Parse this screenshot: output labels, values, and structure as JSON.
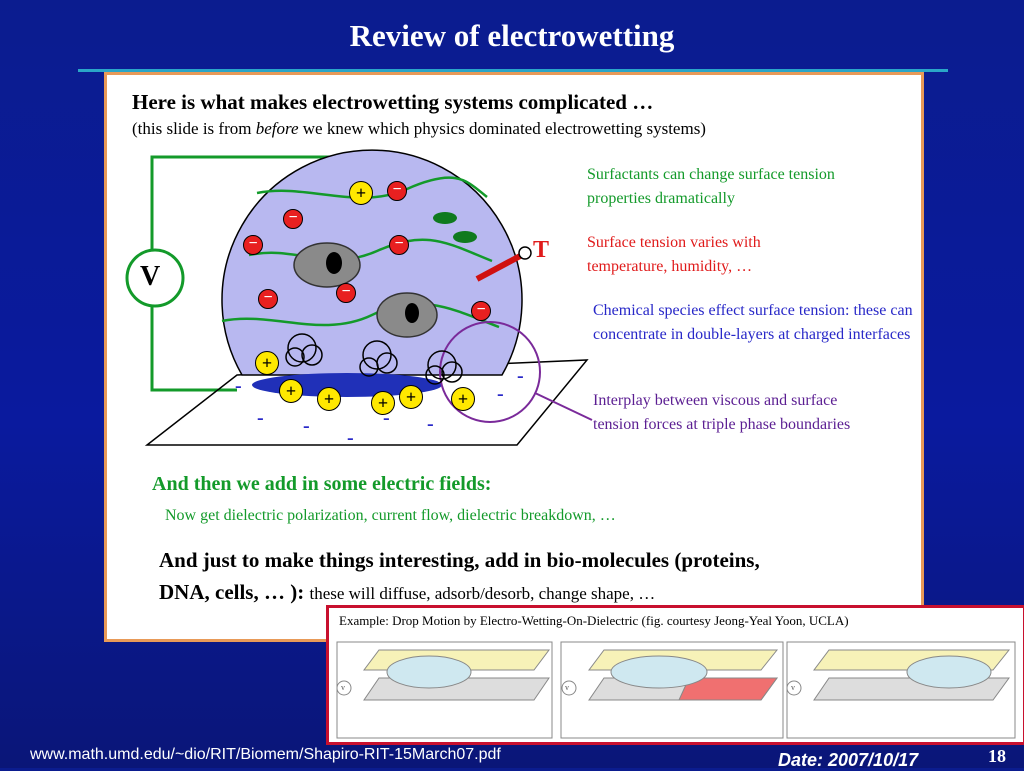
{
  "slide": {
    "title": "Review of electrowetting",
    "footer_url": "www.math.umd.edu/~dio/RIT/Biomem/Shapiro-RIT-15March07.pdf",
    "footer_date": "Date: 2007/10/17",
    "page_number": "18"
  },
  "figure": {
    "heading": "Here is what makes electrowetting systems complicated …",
    "subheading_before": "(this slide is from ",
    "subheading_em": "before",
    "subheading_after": " we knew which physics dominated electrowetting systems)",
    "voltmeter_label": "V",
    "temperature_label": "T",
    "plus_symbol": "+",
    "minus_symbol": "−",
    "dash_symbol": "-",
    "labels": [
      "Surfactants can change surface tension properties dramatically",
      "Surface tension varies with temperature, humidity, …",
      "Chemical species effect surface tension: these can concentrate in double-layers at charged interfaces",
      "Interplay between viscous and surface tension forces at triple phase boundaries"
    ],
    "electric_heading": "And then we add in some electric fields:",
    "electric_detail": "Now get dielectric polarization, current flow, dielectric breakdown, …",
    "bio_line1": "And just to make things interesting, add in bio-molecules (proteins,",
    "bio_line2_bold": "DNA, cells, … ): ",
    "bio_line2_rest": "these will diffuse, adsorb/desorb, change shape, …"
  },
  "example": {
    "caption": "Example: Drop Motion by Electro-Wetting-On-Dielectric (fig. courtesy Jeong-Yeal Yoon, UCLA)",
    "voltage_symbol": "v"
  },
  "colors": {
    "background": "#0a1a9e",
    "accent_rule": "#2aa6c8",
    "green_text": "#139a2a",
    "red_text": "#e01b1b",
    "blue_text": "#2828c8",
    "purple_text": "#5b1e92",
    "example_border": "#c8102e"
  }
}
